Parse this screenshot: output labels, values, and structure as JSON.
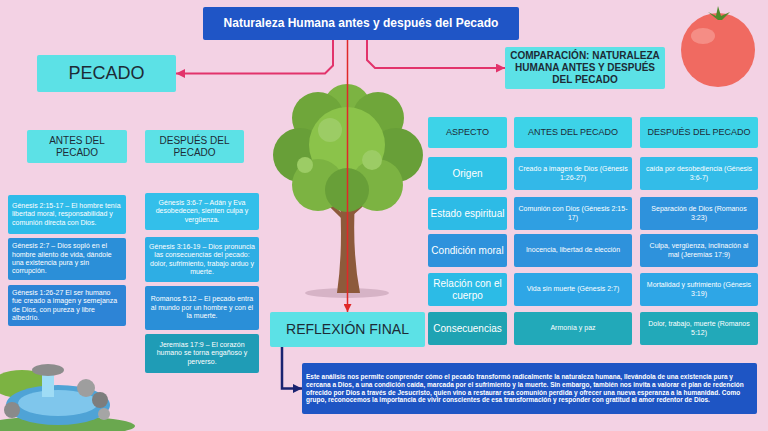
{
  "diagram": {
    "nodes": [
      {
        "text": [
          "Naturaleza Humana antes y después del Pecado"
        ]
      },
      {
        "text": [
          "PECADO"
        ]
      },
      {
        "text": [
          "COMPARACIÓN: NATURALEZA HUMANA ANTES Y DESPUÉS DEL PECADO"
        ]
      },
      {
        "text": [
          "ANTES DEL PECADO"
        ]
      },
      {
        "text": [
          "DESPUÉS DEL PECADO"
        ]
      },
      {
        "text": [
          "Génesis 2:15-17 – El hombre tenía libertad moral, responsabilidad y comunión directa con Dios."
        ]
      },
      {
        "text": [
          "Génesis 2:7 – Dios sopló en el hombre aliento de vida, dándole una existencia pura y sin corrupción."
        ]
      },
      {
        "text": [
          "Génesis 1:26-27 El ser humano fue creado a imagen y semejanza de Dios, con pureza y libre albedrío."
        ]
      },
      {
        "text": [
          "Génesis 3:6-7 – Adán y Eva desobedecen, sienten culpa y vergüenza."
        ]
      },
      {
        "text": [
          "Génesis 3:16-19 – Dios pronuncia las consecuencias del pecado: dolor, sufrimiento, trabajo arduo y muerte."
        ]
      },
      {
        "text": [
          "Romanos 5:12 – El pecado entra al mundo por un hombre y con él la muerte."
        ]
      },
      {
        "text": [
          "Jeremías 17:9 – El corazón humano se torna engañoso y perverso."
        ]
      },
      {
        "text": [
          "ASPECTO"
        ]
      },
      {
        "text": [
          "ANTES DEL PECADO"
        ]
      },
      {
        "text": [
          "DESPUÉS DEL PECADO"
        ]
      },
      {
        "text": [
          "Origen"
        ]
      },
      {
        "text": [
          "Creado a imagen de Dios (Génesis 1:26-27)"
        ]
      },
      {
        "text": [
          "caída por desobediencia (Génesis 3:6-7)"
        ]
      },
      {
        "text": [
          "Estado espiritual"
        ]
      },
      {
        "text": [
          "Comunión con Dios (Génesis 2:15-17)"
        ]
      },
      {
        "text": [
          "Separación de Dios (Romanos 3:23)"
        ]
      },
      {
        "text": [
          "Condición moral"
        ]
      },
      {
        "text": [
          "Inocencia, libertad de elección"
        ]
      },
      {
        "text": [
          "Culpa, vergüenza, inclinación al mal (Jeremías 17:9)"
        ]
      },
      {
        "text": [
          "Relación con el cuerpo"
        ]
      },
      {
        "text": [
          "Vida sin muerte (Génesis 2:7)"
        ]
      },
      {
        "text": [
          "Mortalidad y sufrimiento (Génesis 3:19)"
        ]
      },
      {
        "text": [
          "Consecuencias"
        ]
      },
      {
        "text": [
          "Armonía y paz"
        ]
      },
      {
        "text": [
          "Dolor, trabajo, muerte (Romanos 5:12)"
        ]
      },
      {
        "text": [
          "REFLEXIÓN FINAL"
        ]
      },
      {
        "text": [
          "Este análisis nos permite comprender cómo el pecado transformó radicalmente la naturaleza humana, llevándola de una existencia pura y cercana a Dios, a una condición caída, marcada por el sufrimiento y la muerte. Sin embargo, también nos invita a valorar el plan de redención ofrecido por Dios a través de Jesucristo, quien vino a restaurar esa comunión perdida y ofrecer una nueva esperanza a la humanidad. Como grupo, reconocemos la importancia de vivir conscientes de esa transformación y responder con gratitud al amor redentor de Dios."
        ]
      }
    ],
    "edges": [
      {
        "from": 0,
        "to": 1,
        "arrow": "to"
      },
      {
        "from": 0,
        "to": 2,
        "arrow": "to"
      },
      {
        "from": 0,
        "to": 30,
        "arrow": "to"
      },
      {
        "from": 30,
        "to": 31,
        "arrow": "to"
      }
    ]
  }
}
